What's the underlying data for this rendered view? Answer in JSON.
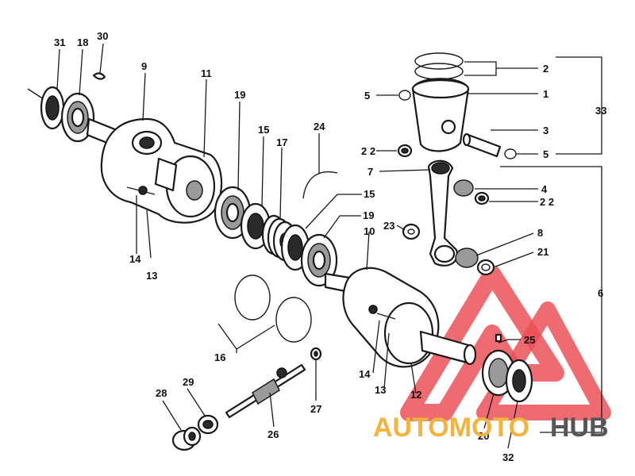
{
  "callouts": {
    "c1": "1",
    "c2": "2",
    "c3": "3",
    "c4": "4",
    "c5a": "5",
    "c5b": "5",
    "c6": "6",
    "c7": "7",
    "c8": "8",
    "c9": "9",
    "c10": "10",
    "c11": "11",
    "c12": "12",
    "c13a": "13",
    "c13b": "13",
    "c14a": "14",
    "c14b": "14",
    "c15a": "15",
    "c15b": "15",
    "c16": "16",
    "c17": "17",
    "c18": "18",
    "c19a": "19",
    "c19b": "19",
    "c20": "20",
    "c21": "21",
    "c22a": "2 2",
    "c22b": "2 2",
    "c23": "23",
    "c24": "24",
    "c25": "25",
    "c26": "26",
    "c27": "27",
    "c28": "28",
    "c29": "29",
    "c30": "30",
    "c31": "31",
    "c32": "32",
    "c33": "33"
  },
  "watermark": {
    "part_a": "AUTOMOTO",
    "part_b": "HUB",
    "color_a": "#f3b33d",
    "color_b": "#555555",
    "logo_color": "#e8323c"
  }
}
